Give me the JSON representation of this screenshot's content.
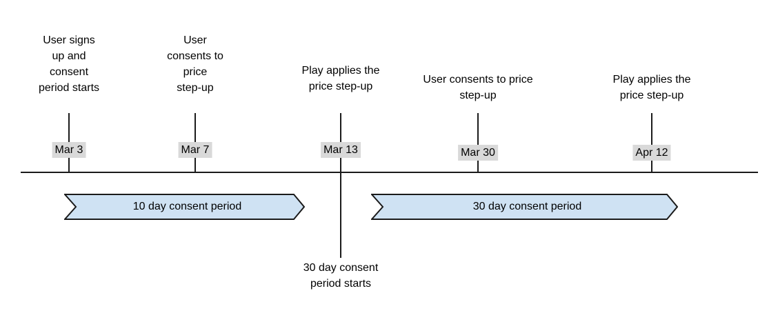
{
  "diagram": {
    "type": "timeline",
    "events": [
      {
        "date": "Mar 3",
        "label": "User signs\nup and\nconsent\nperiod starts"
      },
      {
        "date": "Mar 7",
        "label": "User\nconsents to\nprice\nstep-up"
      },
      {
        "date": "Mar 13",
        "label": "Play applies the\nprice step-up"
      },
      {
        "date": "Mar 30",
        "label": "User consents to price\nstep-up"
      },
      {
        "date": "Apr 12",
        "label": "Play applies the\nprice step-up"
      }
    ],
    "periods": [
      {
        "label": "10 day consent period"
      },
      {
        "label": "30 day consent period"
      }
    ],
    "annotation": {
      "label": "30 day consent\nperiod starts"
    },
    "colors": {
      "period_fill": "#cfe2f3",
      "period_border": "#1a1a1a",
      "date_background": "#d9d9d9",
      "line": "#1a1a1a",
      "text": "#000000"
    }
  }
}
